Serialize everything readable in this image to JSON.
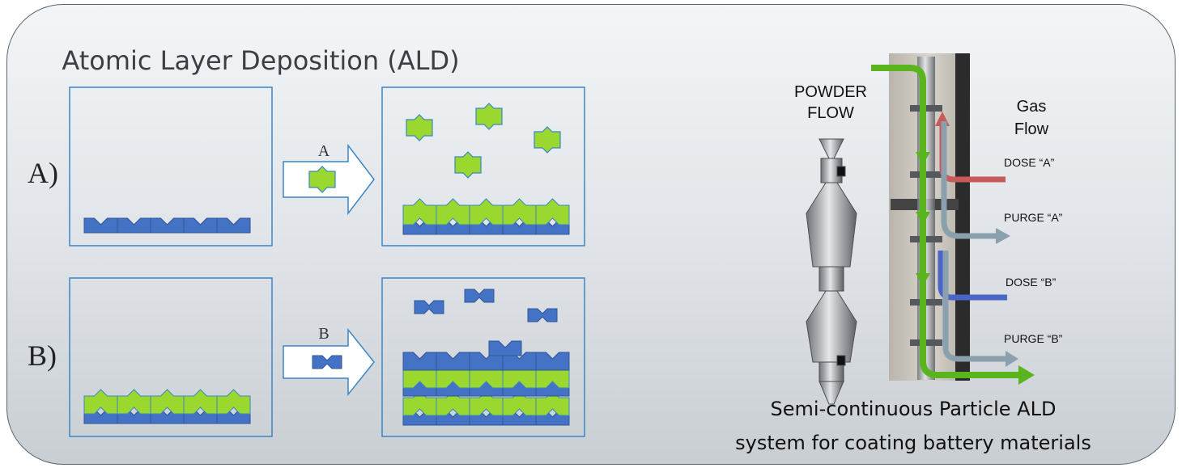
{
  "title": "Atomic Layer Deposition (ALD)",
  "rows": [
    {
      "label": "A)",
      "arrow_label": "A"
    },
    {
      "label": "B)",
      "arrow_label": "B"
    }
  ],
  "apparatus": {
    "powder_flow": [
      "POWDER",
      "FLOW"
    ],
    "gas_flow": [
      "Gas",
      "Flow"
    ],
    "ports": [
      "DOSE “A”",
      "PURGE “A”",
      "DOSE “B”",
      "PURGE “B”"
    ]
  },
  "caption": [
    "Semi-continuous Particle ALD",
    "system for coating battery materials"
  ],
  "colors": {
    "green": "#9ad82f",
    "blue": "#4472c4",
    "box": "#3a86c6",
    "dose_a": "#c85a5a",
    "dose_b": "#4a64c8",
    "purge": "#8aa0ac",
    "powder": "#5ab41e"
  }
}
